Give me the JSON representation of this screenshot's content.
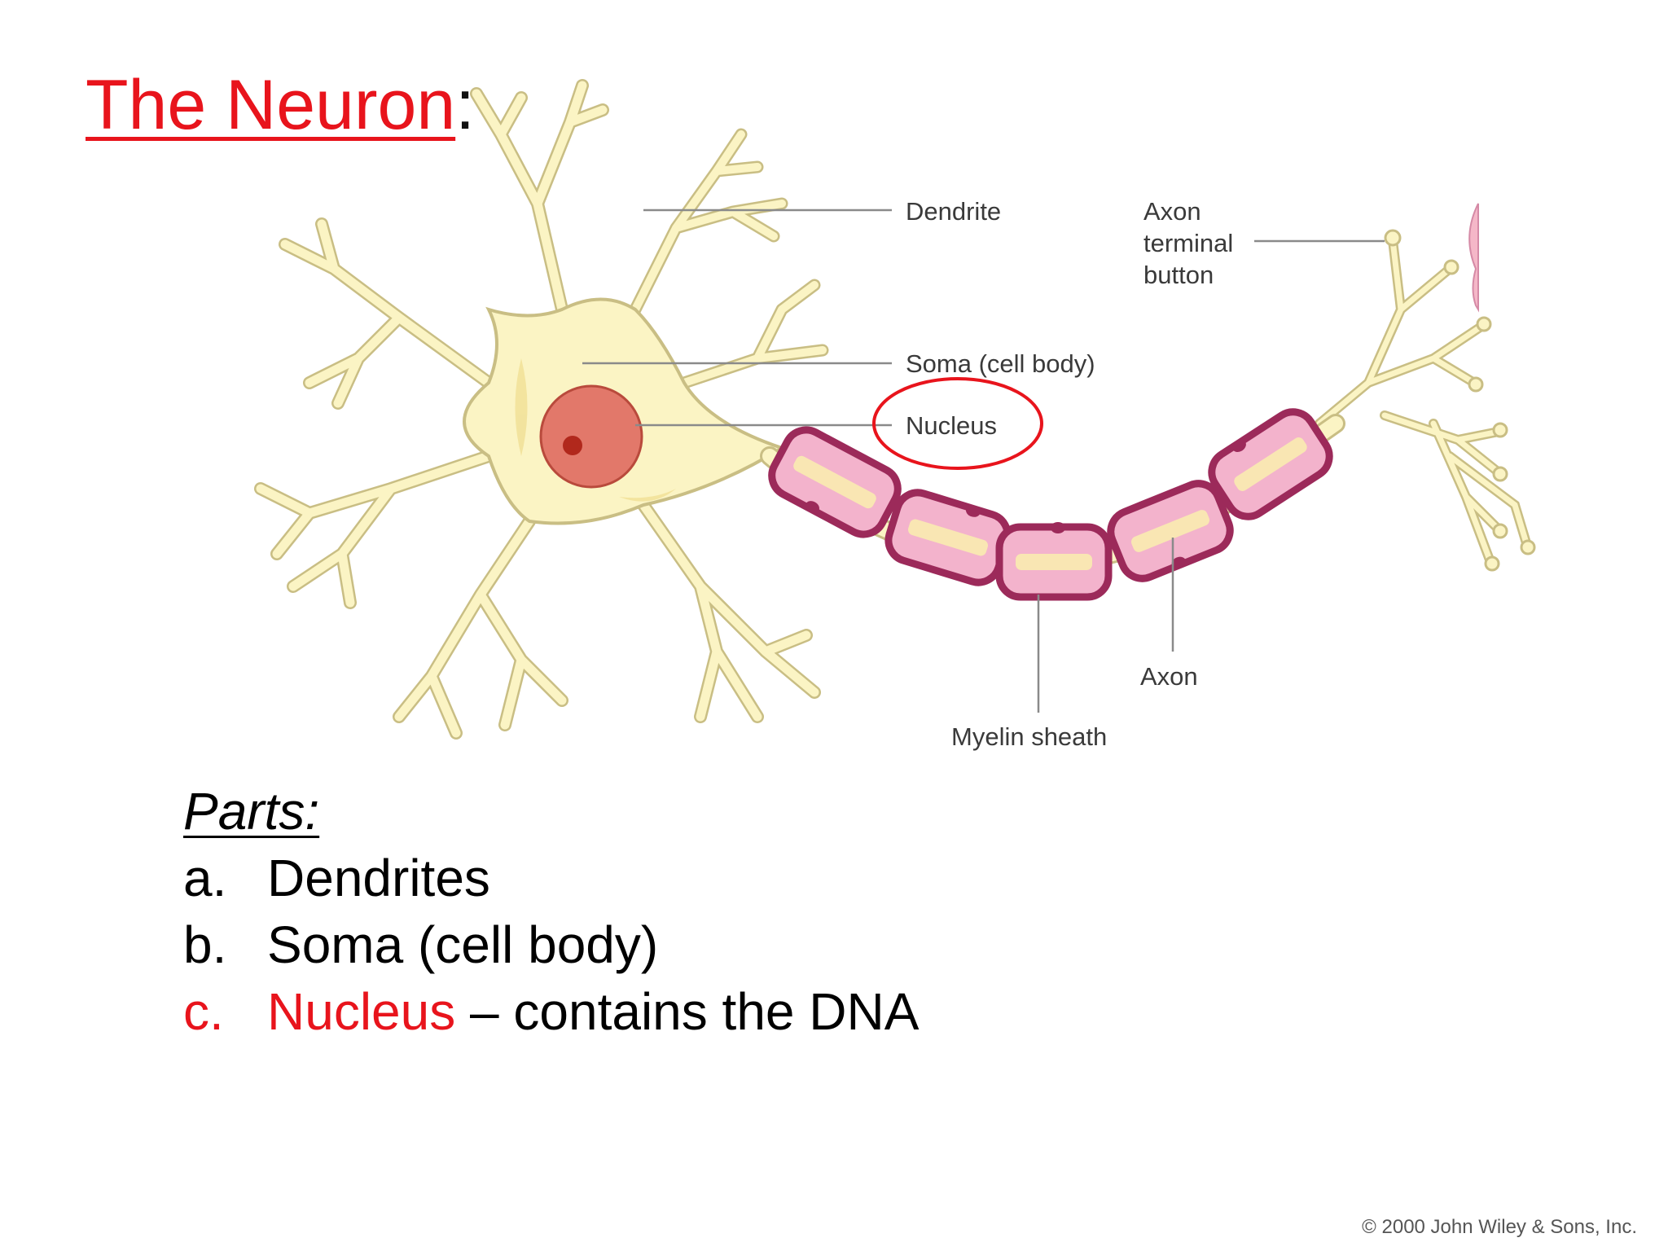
{
  "title": {
    "main": "The Neuron",
    "punct": ":"
  },
  "diagram": {
    "labels": {
      "dendrite": "Dendrite",
      "axon_terminal_1": "Axon",
      "axon_terminal_2": "terminal",
      "axon_terminal_3": "button",
      "soma": "Soma (cell body)",
      "nucleus": "Nucleus",
      "axon": "Axon",
      "myelin": "Myelin sheath"
    },
    "colors": {
      "cell_fill": "#fbf4c4",
      "cell_stroke": "#c9be84",
      "nucleus_fill": "#e2786a",
      "myelin_fill": "#f3b3cc",
      "myelin_stroke": "#9c2a5a",
      "highlight": "#e8141c"
    }
  },
  "parts": {
    "heading": "Parts:",
    "items": [
      {
        "marker": "a.",
        "text": "Dendrites",
        "suffix": ""
      },
      {
        "marker": "b.",
        "text": "Soma (cell body)",
        "suffix": ""
      },
      {
        "marker": "c.",
        "text": "Nucleus",
        "suffix": " – contains the DNA"
      }
    ]
  },
  "copyright": "© 2000 John Wiley & Sons, Inc."
}
